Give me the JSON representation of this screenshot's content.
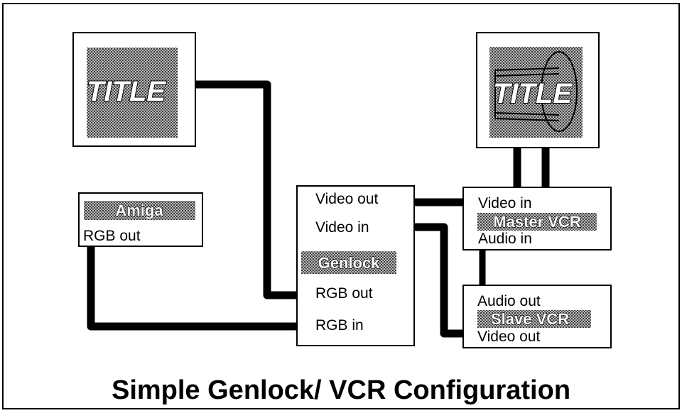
{
  "caption": "Simple Genlock/ VCR Configuration",
  "monitor_left": {
    "screen_text": "TITLE"
  },
  "monitor_right": {
    "screen_text": "TITLE"
  },
  "amiga": {
    "name": "Amiga",
    "ports": [
      "RGB out"
    ]
  },
  "genlock": {
    "name": "Genlock",
    "ports": [
      "Video out",
      "Video in",
      "RGB out",
      "RGB in"
    ]
  },
  "master_vcr": {
    "name": "Master VCR",
    "ports": [
      "Video in",
      "Audio in"
    ]
  },
  "slave_vcr": {
    "name": "Slave VCR",
    "ports": [
      "Audio out",
      "Video out"
    ]
  },
  "colors": {
    "ink": "#000000",
    "paper": "#ffffff",
    "halftone": "#8a8a8a"
  }
}
